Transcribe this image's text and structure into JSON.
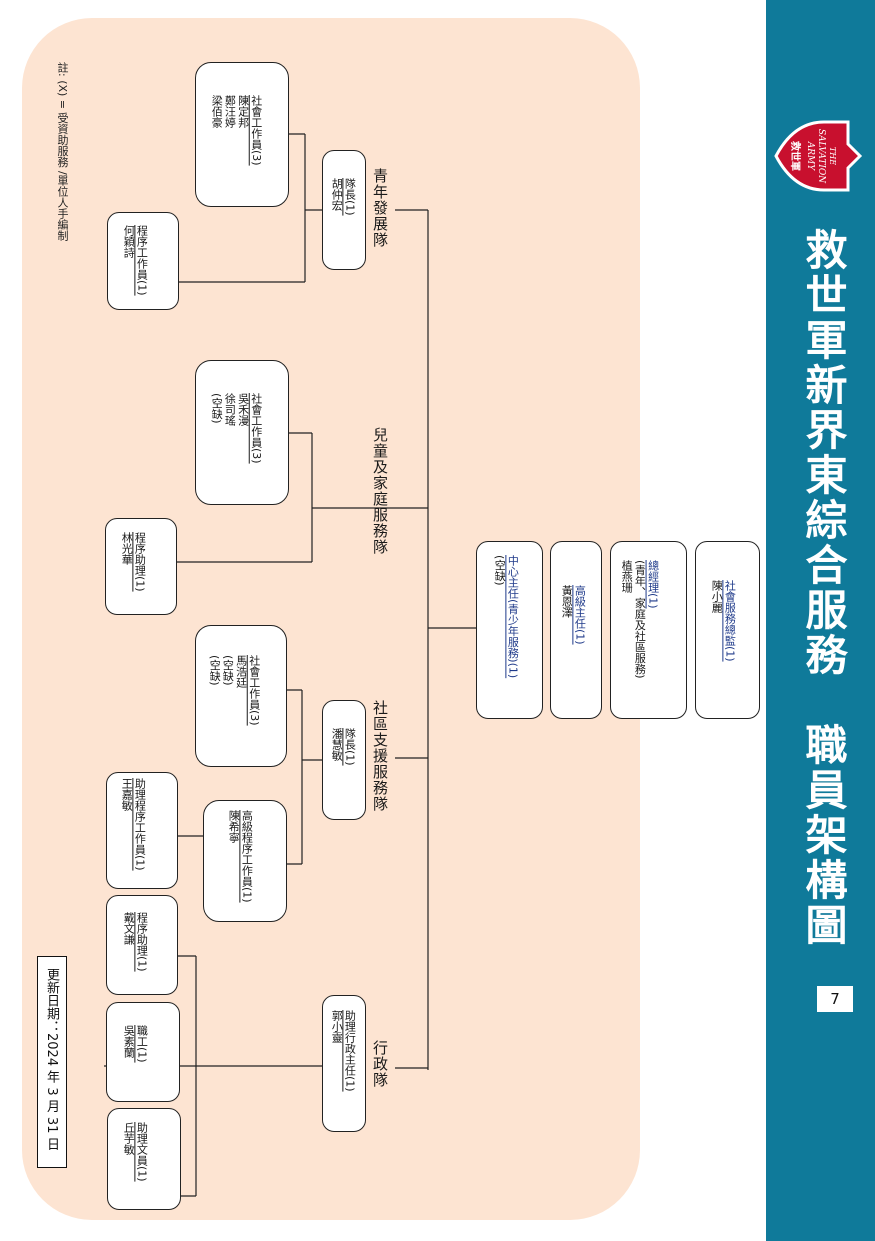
{
  "header": {
    "title": "救世軍新界東綜合服務　職員架構圖",
    "logo_text": [
      "THE",
      "SALVATION",
      "ARMY",
      "救世軍"
    ],
    "page_number": "7"
  },
  "note": "註: (X) = 受資助服務 /單位人手編制",
  "update_date": "更新日期：2024 年 3 月 31 日",
  "management": {
    "director": {
      "title": "社會服務總監(1)",
      "name": "陳小麗"
    },
    "general_manager": {
      "title": "總經理(1)",
      "subtitle": "(青年、家庭及社區服務)",
      "name": "植燕珊"
    },
    "senior_supervisor": {
      "title": "高級主任(1)",
      "name": "黃恩澤"
    },
    "centre_supervisor": {
      "title": "中心主任(青少年服務)(1)",
      "name": "(空缺)"
    }
  },
  "teams": {
    "youth": {
      "label": "青年發展隊",
      "leader": {
        "title": "隊長(1)",
        "name": "胡仲宏"
      },
      "social_workers": {
        "title": "社會工作員(3)",
        "names": [
          "陳定邦",
          "鄭汪婷",
          "梁佰豪"
        ]
      },
      "programme_worker": {
        "title": "程序工作員(1)",
        "name": "何穎詩"
      }
    },
    "family": {
      "label": "兒童及家庭服務隊",
      "social_workers": {
        "title": "社會工作員(3)",
        "names": [
          "吳禾漫",
          "徐司瑤",
          "(空缺)"
        ]
      },
      "programme_assistant": {
        "title": "程序助理(1)",
        "name": "林光華"
      }
    },
    "community": {
      "label": "社區支援服務隊",
      "leader": {
        "title": "隊長(1)",
        "name": "潘慧敏"
      },
      "social_workers": {
        "title": "社會工作員(3)",
        "names": [
          "馬浩廷",
          "(空缺)",
          "(空缺)"
        ]
      },
      "senior_programme_worker": {
        "title": "高級程序工作員(1)",
        "name": "陳希寧"
      },
      "assistant_programme_worker": {
        "title": "助理程序工作員(1)",
        "name": "王嘉敏"
      }
    },
    "admin": {
      "label": "行政隊",
      "leader": {
        "title": "助理行政主任(1)",
        "name": "郭小靈"
      },
      "programme_assistant": {
        "title": "程序助理(1)",
        "name": "戴文謙"
      },
      "worker": {
        "title": "職工(1)",
        "name": "吳素蘭"
      },
      "clerk": {
        "title": "助理文員(1)",
        "name": "丘芋敏"
      }
    }
  },
  "colors": {
    "sidebar": "#0f7a9a",
    "chart_bg": "#fde4d2",
    "logo_red": "#c8102e"
  }
}
